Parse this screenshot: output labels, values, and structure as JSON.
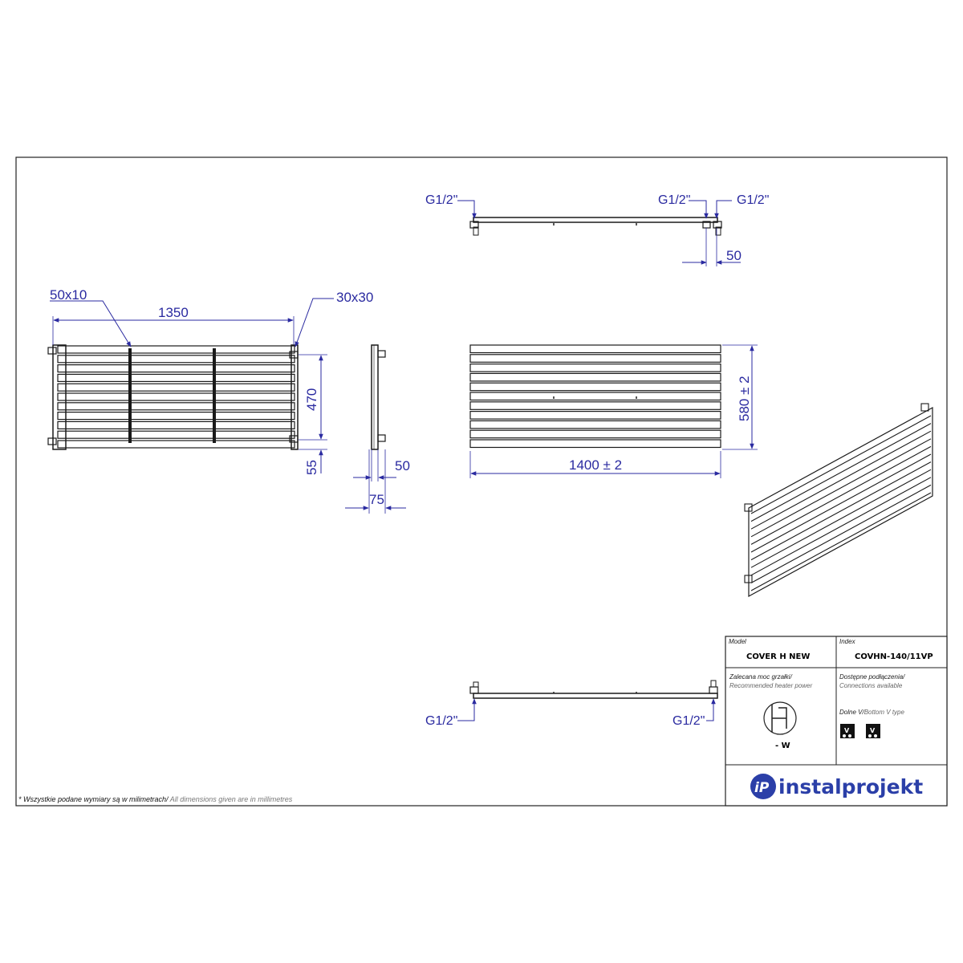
{
  "dimensions": {
    "tube_profile": "50x10",
    "side_profile": "30x30",
    "spacing_width": "1350",
    "spacing_height": "470",
    "bottom_offset": "55",
    "depth_50": "50",
    "depth_75": "75",
    "overall_height": "580  ± 2",
    "overall_width": "1400  ± 2",
    "connection_offset": "50"
  },
  "connections": {
    "top_left": "G1/2\"",
    "top_mid": "G1/2\"",
    "top_right": "G1/2\"",
    "bottom_left": "G1/2\"",
    "bottom_right": "G1/2\""
  },
  "title_block": {
    "model_label": "Model",
    "model_value": "COVER H NEW",
    "index_label": "Index",
    "index_value": "COVHN-140/11VP",
    "heater_label_pl": "Zalecana moc grzałki/",
    "heater_label_en": "Recommended heater power",
    "heater_value": "- W",
    "connections_label_pl": "Dostępne podłączenia/",
    "connections_label_en": "Connections available",
    "connection_type_pl": "Dolne V/",
    "connection_type_en": "Bottom V type",
    "badge_1": "V",
    "badge_2": "V"
  },
  "footnote": {
    "pl": "* Wszystkie podane wymiary są w milimetrach/",
    "en": " All dimensions given are in millimetres"
  },
  "brand": {
    "mark": "iP",
    "name": "instalprojekt",
    "color": "#2b3fa8"
  },
  "colors": {
    "dimension": "#2a2aa0",
    "ink": "#1a1a1a"
  }
}
